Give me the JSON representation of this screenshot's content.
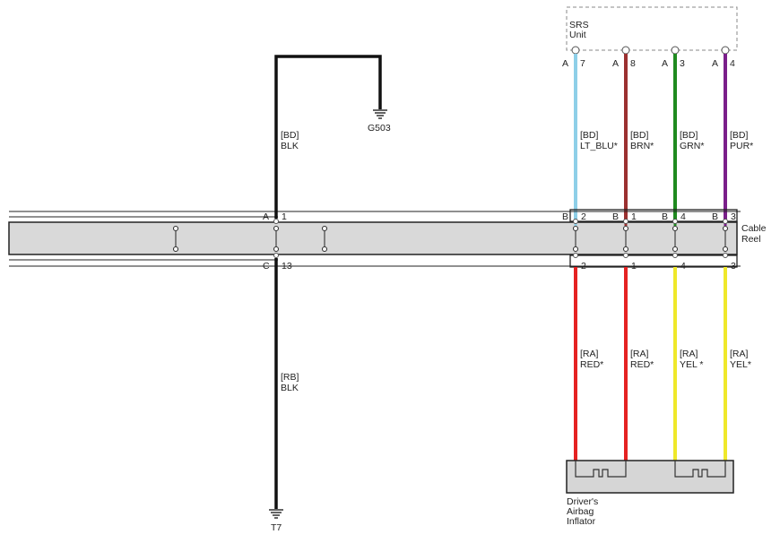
{
  "colors": {
    "black": "#111111",
    "lt_blu": "#8ecfe8",
    "brn": "#9b3030",
    "grn": "#1f8a1f",
    "pur": "#7a1f8a",
    "red": "#e52222",
    "yel": "#efe82a",
    "reel_fill": "#d9d9d9",
    "module_fill": "#d6d6d6"
  },
  "srs_unit": {
    "line1": "SRS",
    "line2": "Unit",
    "pins": [
      {
        "conn": "A",
        "pin": "7"
      },
      {
        "conn": "A",
        "pin": "8"
      },
      {
        "conn": "A",
        "pin": "3"
      },
      {
        "conn": "A",
        "pin": "4"
      }
    ]
  },
  "cable_reel": {
    "line1": "Cable",
    "line2": "Reel",
    "top_pins": [
      {
        "conn": "A",
        "pin": "1"
      },
      {
        "conn": "B",
        "pin": "2"
      },
      {
        "conn": "B",
        "pin": "1"
      },
      {
        "conn": "B",
        "pin": "4"
      },
      {
        "conn": "B",
        "pin": "3"
      }
    ],
    "bottom_pins": [
      {
        "conn": "C",
        "pin": "13"
      },
      {
        "conn": "",
        "pin": "2"
      },
      {
        "conn": "",
        "pin": "1"
      },
      {
        "conn": "",
        "pin": "4"
      },
      {
        "conn": "",
        "pin": "3"
      }
    ]
  },
  "grounds": {
    "g503": "G503",
    "t7": "T7"
  },
  "wires": {
    "ground_upper": {
      "harness": "[BD]",
      "color": "BLK"
    },
    "ground_lower": {
      "harness": "[RB]",
      "color": "BLK"
    },
    "upper": [
      {
        "harness": "[BD]",
        "color": "LT_BLU*"
      },
      {
        "harness": "[BD]",
        "color": "BRN*"
      },
      {
        "harness": "[BD]",
        "color": "GRN*"
      },
      {
        "harness": "[BD]",
        "color": "PUR*"
      }
    ],
    "lower": [
      {
        "harness": "[RA]",
        "color": "RED*"
      },
      {
        "harness": "[RA]",
        "color": "RED*"
      },
      {
        "harness": "[RA]",
        "color": "YEL *"
      },
      {
        "harness": "[RA]",
        "color": "YEL*"
      }
    ]
  },
  "inflator": {
    "line1": "Driver's",
    "line2": "Airbag",
    "line3": "Inflator"
  }
}
